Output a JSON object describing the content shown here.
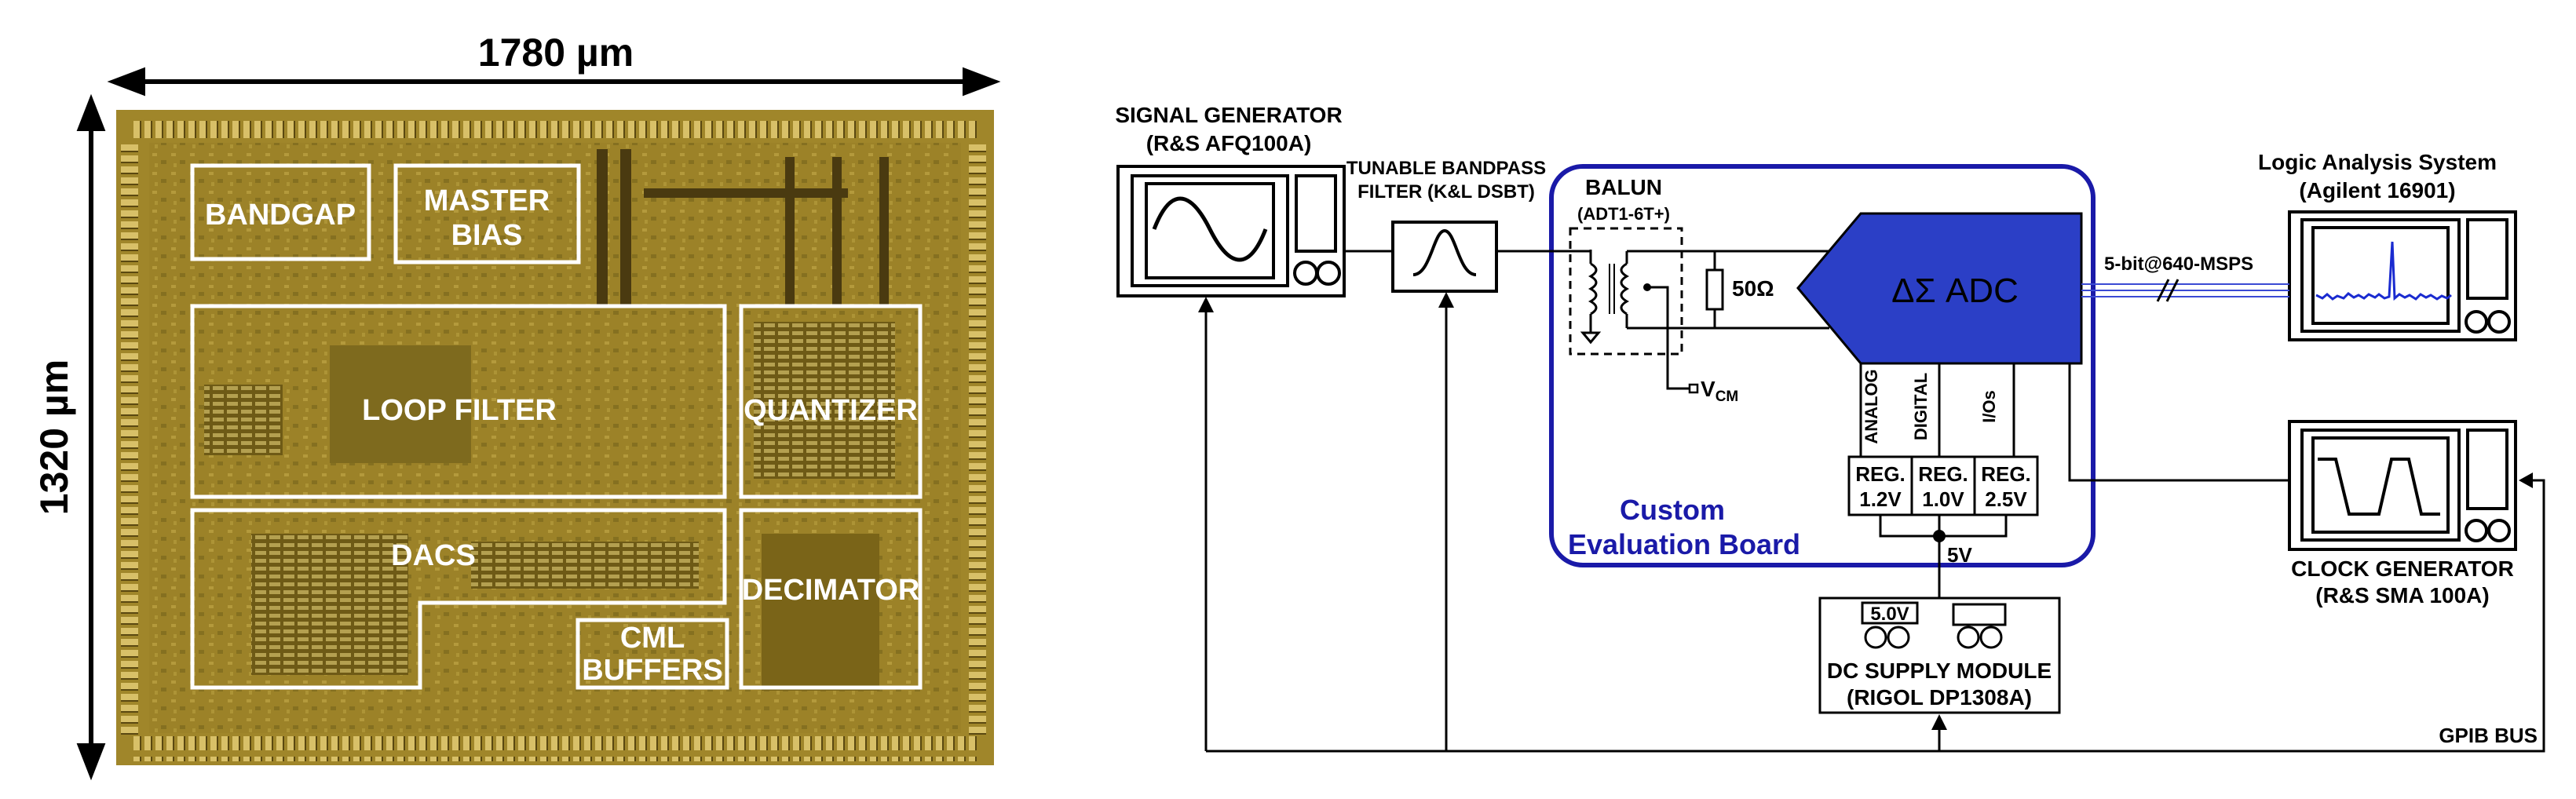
{
  "die": {
    "width_dim": "1780 µm",
    "height_dim": "1320 µm",
    "blocks": {
      "bandgap": "BANDGAP",
      "master_bias_1": "MASTER",
      "master_bias_2": "BIAS",
      "loop_filter": "LOOP FILTER",
      "quantizer": "QUANTIZER",
      "dacs": "DACS",
      "cml_1": "CML",
      "cml_2": "BUFFERS",
      "decimator": "DECIMATOR"
    }
  },
  "setup": {
    "signal_generator": {
      "line1": "SIGNAL GENERATOR",
      "line2": "(R&S  AFQ100A)"
    },
    "bandpass_filter": {
      "line1": "TUNABLE BANDPASS",
      "line2": "FILTER (K&L DSBT)"
    },
    "balun": {
      "line1": "BALUN",
      "line2": "(ADT1-6T+)"
    },
    "termination": "50Ω",
    "vcm": "V",
    "vcm_sub": "CM",
    "adc": "ΔΣ ADC",
    "output_rate": "5-bit@640-MSPS",
    "supply_lines": [
      "ANALOG",
      "DIGITAL",
      "I/Os"
    ],
    "regulators": [
      {
        "line1": "REG.",
        "line2": "1.2V"
      },
      {
        "line1": "REG.",
        "line2": "1.0V"
      },
      {
        "line1": "REG.",
        "line2": "2.5V"
      }
    ],
    "supply_5v": "5V",
    "board_1": "Custom",
    "board_2": "Evaluation Board",
    "dc_supply": {
      "display": "5.0V",
      "line1": "DC SUPPLY MODULE",
      "line2": "(RIGOL DP1308A)"
    },
    "logic_analyzer": {
      "line1": "Logic Analysis System",
      "line2": "(Agilent 16901)"
    },
    "clock_generator": {
      "line1": "CLOCK GENERATOR",
      "line2": "(R&S SMA 100A)"
    },
    "gpib": "GPIB BUS"
  },
  "colors": {
    "die_background": "#a0862a",
    "adc_fill": "#2b3fc6",
    "board_border": "#1a1aa8",
    "line": "#000000"
  }
}
